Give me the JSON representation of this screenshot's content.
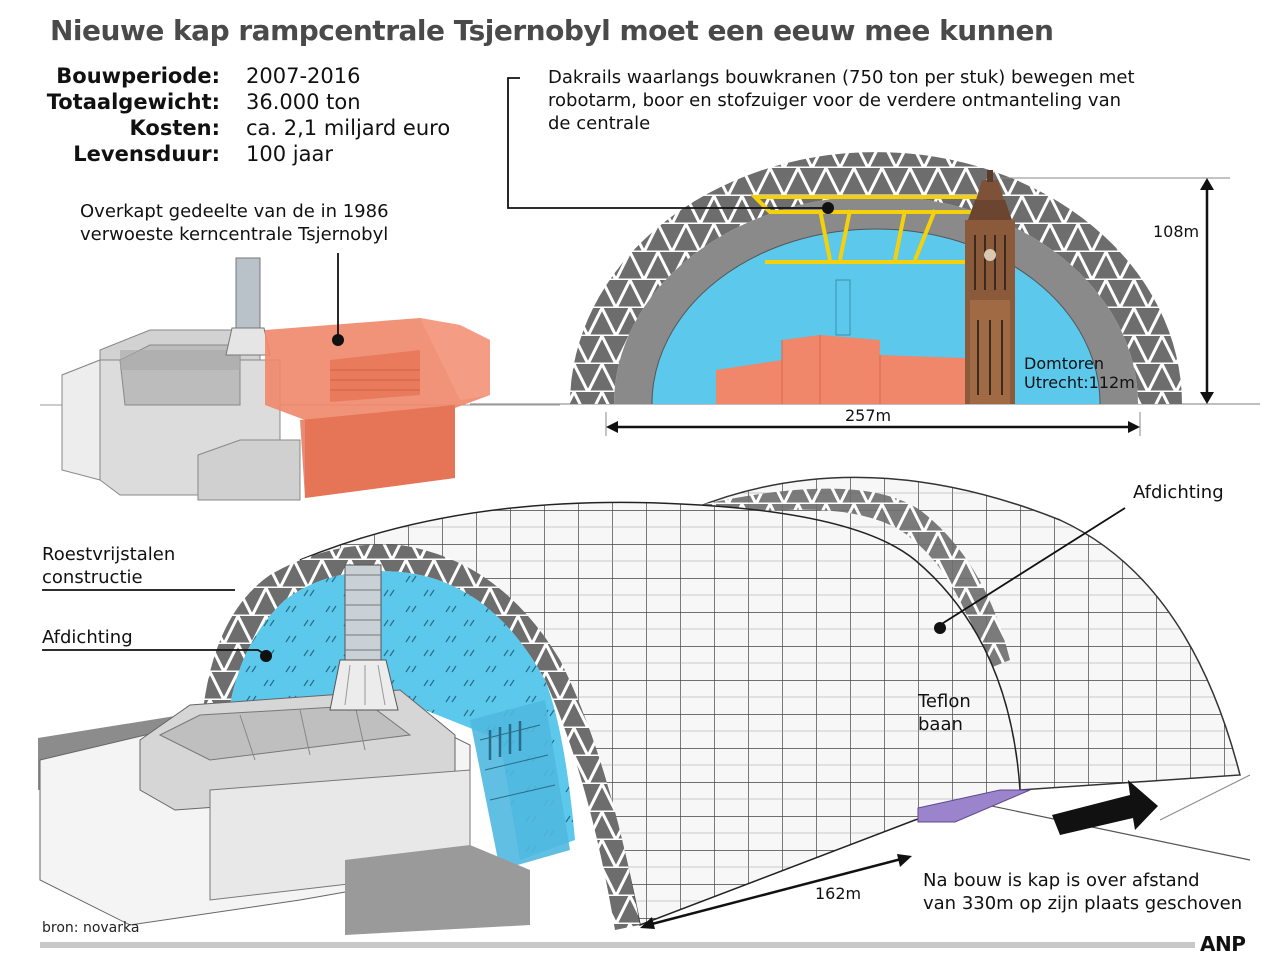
{
  "title": "Nieuwe kap rampcentrale Tsjernobyl moet een eeuw mee kunnen",
  "facts": [
    {
      "label": "Bouwperiode:",
      "value": "2007-2016"
    },
    {
      "label": "Totaalgewicht:",
      "value": "36.000 ton"
    },
    {
      "label": "Kosten:",
      "value": "ca. 2,1 miljard euro"
    },
    {
      "label": "Levensduur:",
      "value": "100 jaar"
    }
  ],
  "labels": {
    "covered_line1": "Overkapt gedeelte van de in 1986",
    "covered_line2": "verwoeste kerncentrale Tsjernobyl",
    "rails_line1": "Dakrails waarlangs bouwkranen (750 ton per stuk)  bewegen met",
    "rails_line2": "robotarm, boor en stofzuiger voor de verdere ontmanteling van",
    "rails_line3": "de centrale",
    "height": "108m",
    "width": "257m",
    "tower_line1": "Domtoren",
    "tower_line2": "Utrecht:112m",
    "steel_line1": "Roestvrijstalen",
    "steel_line2": "constructie",
    "seal_left": "Afdichting",
    "seal_right": "Afdichting",
    "teflon_line1": "Teflon",
    "teflon_line2": "baan",
    "length": "162m",
    "moved_line1": "Na bouw is kap is over afstand",
    "moved_line2": "van 330m op zijn plaats geschoven"
  },
  "source": "bron: novarka",
  "agency": "ANP",
  "colors": {
    "reactor_orange": "#f0876a",
    "interior_blue": "#5bc8ec",
    "truss_grey": "#6d6d6d",
    "crane_yellow": "#f5d10c",
    "teflon_purple": "#9b84cc",
    "building_grey": "#dcdcdc"
  }
}
